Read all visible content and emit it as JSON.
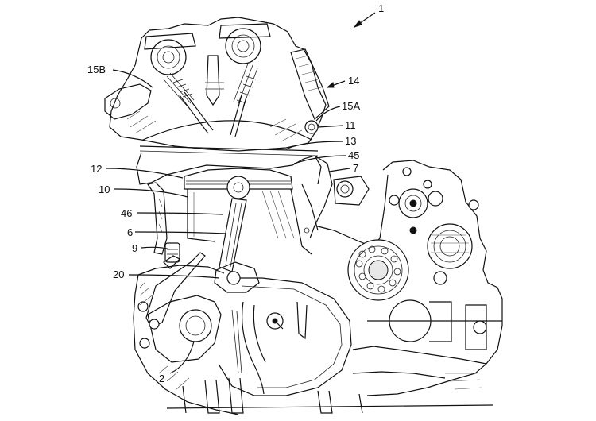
{
  "figure": {
    "reference_numerals": {
      "assembly": "1",
      "cylinder_head_upper": "14",
      "cam_left": "15B",
      "cam_right": "15A",
      "head_gasket": "11",
      "intake": "13",
      "bore_liner": "45",
      "cylinder": "7",
      "piston_top": "12",
      "piston": "10",
      "connecting_rod_upper": "46",
      "connecting_rod": "6",
      "rod_bolt": "9",
      "crank_pin": "20",
      "crankcase": "2"
    }
  }
}
